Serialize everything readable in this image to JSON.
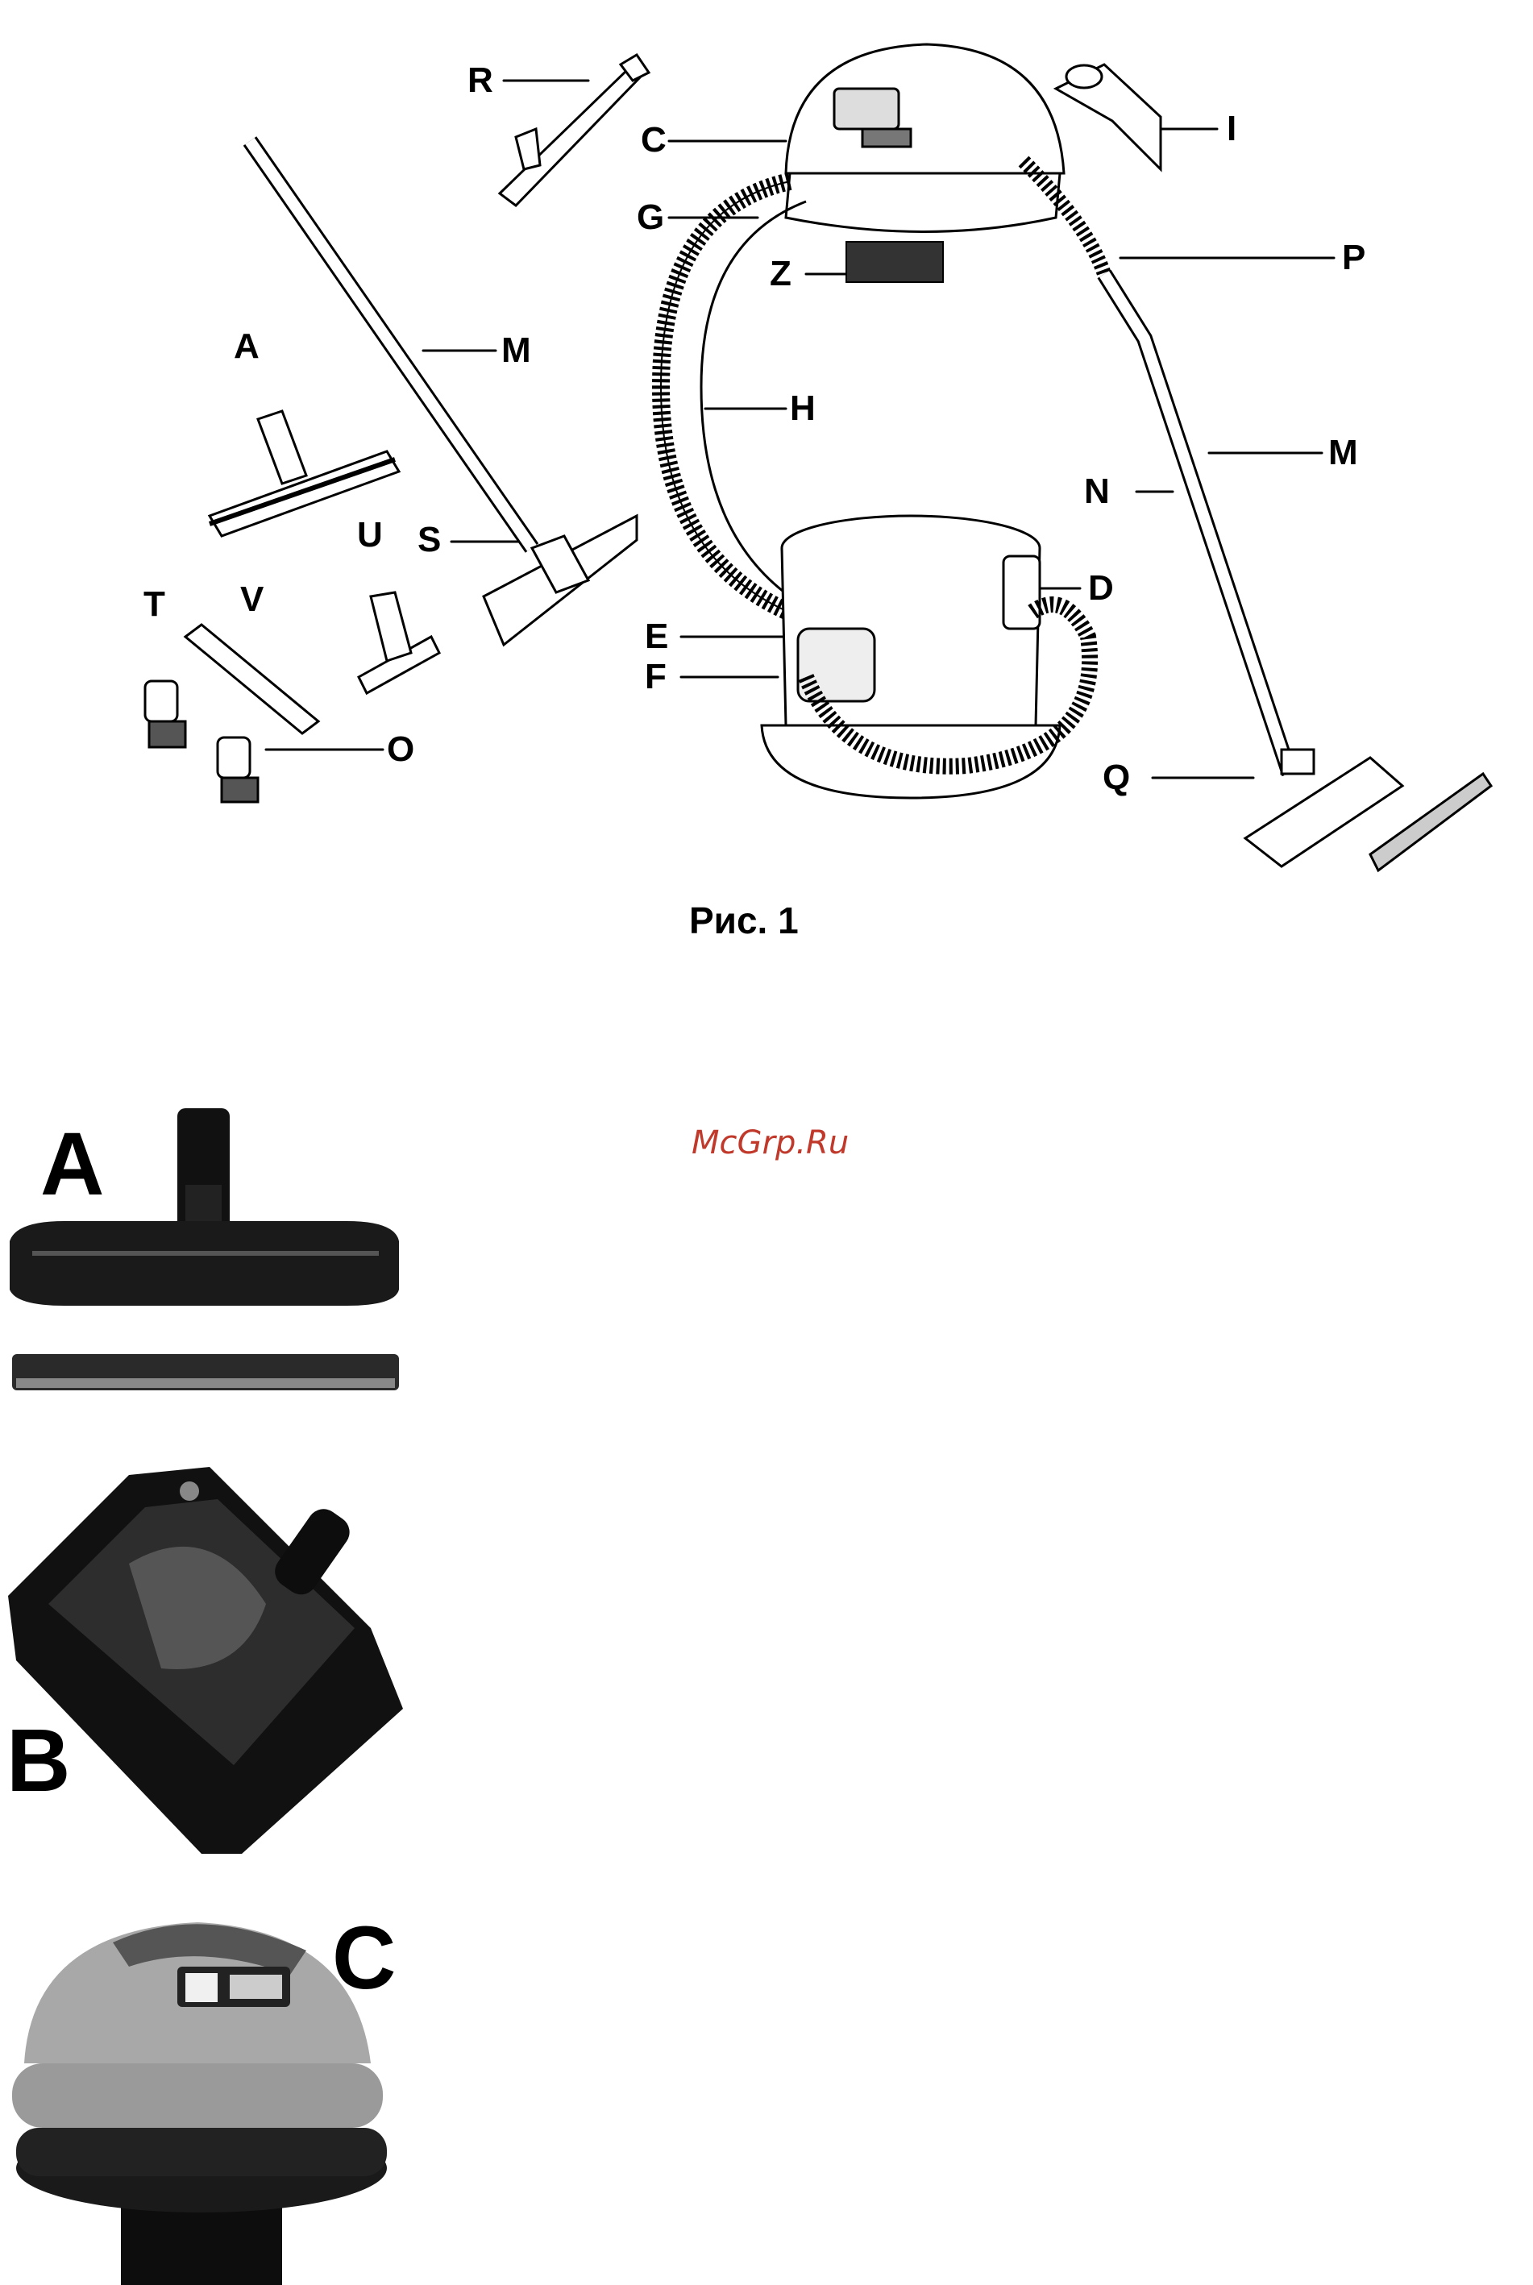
{
  "figure": {
    "caption": "Рис. 1",
    "callouts": {
      "R": "R",
      "C": "C",
      "I": "I",
      "G": "G",
      "Z": "Z",
      "P": "P",
      "A": "A",
      "M1": "M",
      "H": "H",
      "M2": "M",
      "N": "N",
      "S": "S",
      "U": "U",
      "D": "D",
      "T": "T",
      "V": "V",
      "E": "E",
      "F": "F",
      "O": "O",
      "Q": "Q"
    }
  },
  "watermark": "McGrp.Ru",
  "photos": [
    {
      "label": "A",
      "icon": "floor-brush-nozzle"
    },
    {
      "label": "B",
      "icon": "turbo-brush-nozzle"
    },
    {
      "label": "C",
      "icon": "motor-head-unit"
    }
  ]
}
